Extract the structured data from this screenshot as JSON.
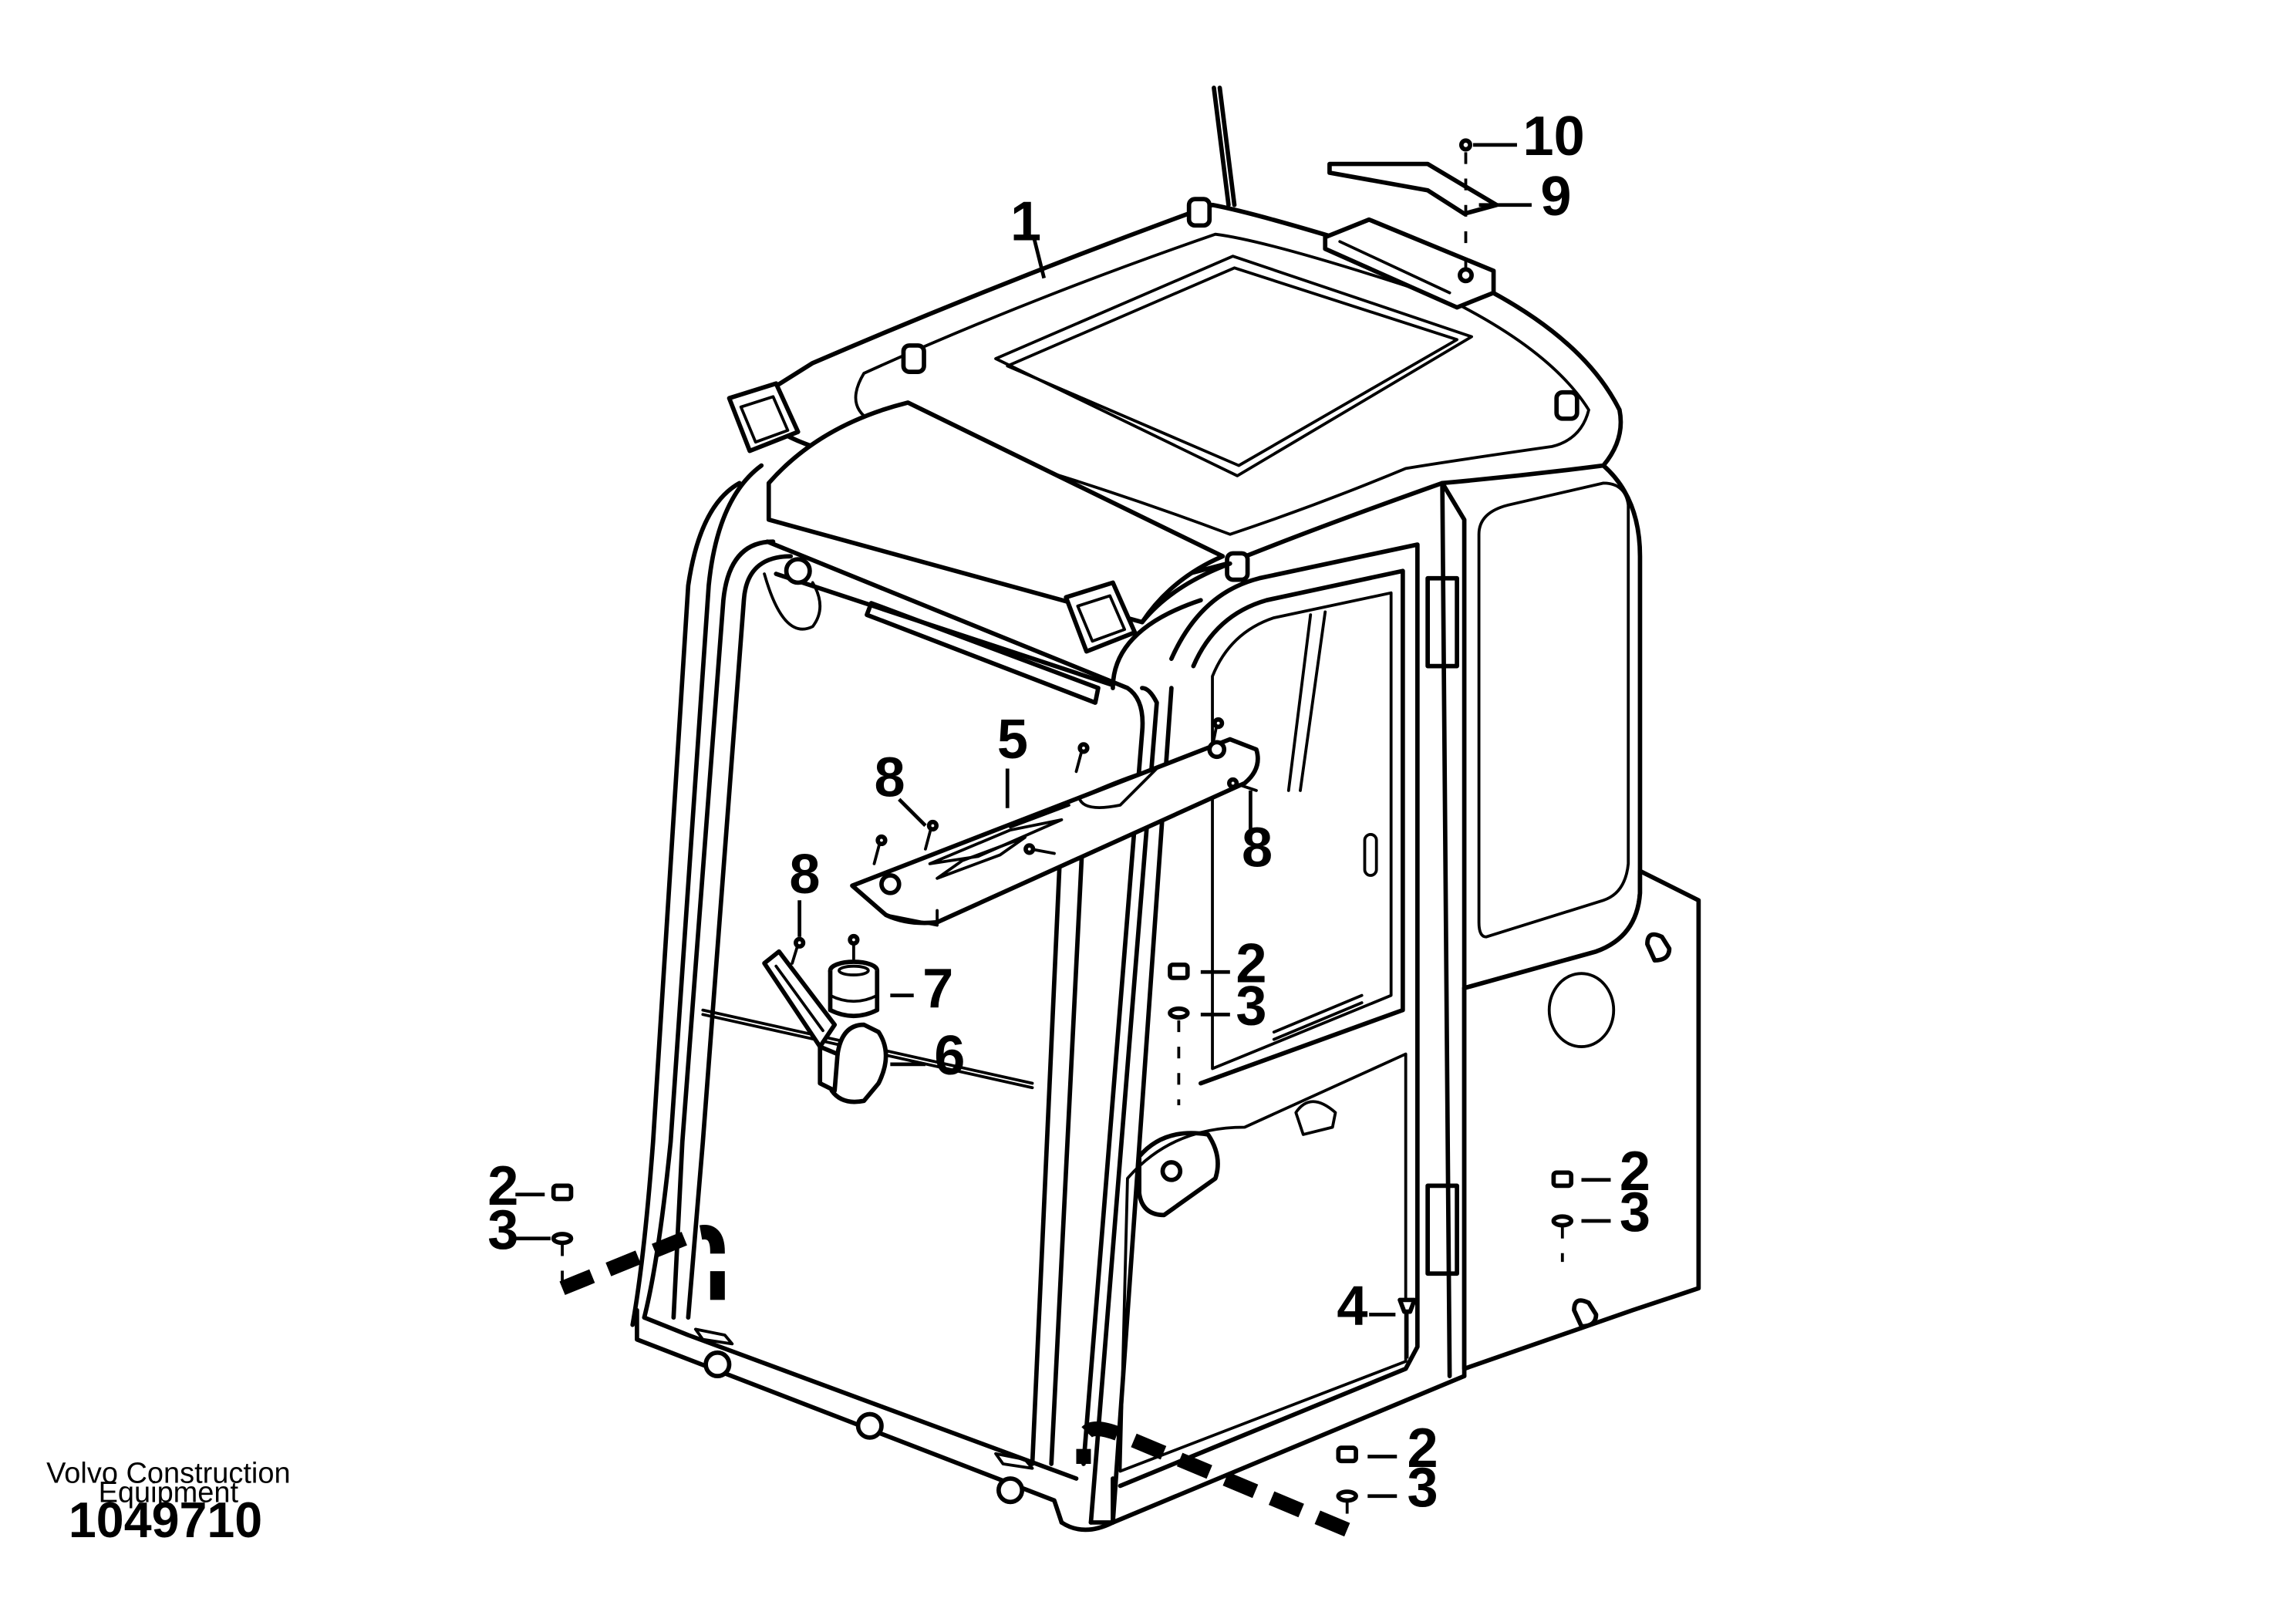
{
  "diagram": {
    "callouts": [
      {
        "id": "c1",
        "label": "1"
      },
      {
        "id": "c2a",
        "label": "2"
      },
      {
        "id": "c3a",
        "label": "3"
      },
      {
        "id": "c2b",
        "label": "2"
      },
      {
        "id": "c3b",
        "label": "3"
      },
      {
        "id": "c2c",
        "label": "2"
      },
      {
        "id": "c3c",
        "label": "3"
      },
      {
        "id": "c2d",
        "label": "2"
      },
      {
        "id": "c3d",
        "label": "3"
      },
      {
        "id": "c4",
        "label": "4"
      },
      {
        "id": "c5",
        "label": "5"
      },
      {
        "id": "c6",
        "label": "6"
      },
      {
        "id": "c7",
        "label": "7"
      },
      {
        "id": "c8a",
        "label": "8"
      },
      {
        "id": "c8b",
        "label": "8"
      },
      {
        "id": "c8c",
        "label": "8"
      },
      {
        "id": "c9",
        "label": "9"
      },
      {
        "id": "c10",
        "label": "10"
      }
    ]
  },
  "footer": {
    "credit_line1": "Volvo Construction",
    "credit_line2": "Equipment",
    "document_number": "1049710"
  }
}
